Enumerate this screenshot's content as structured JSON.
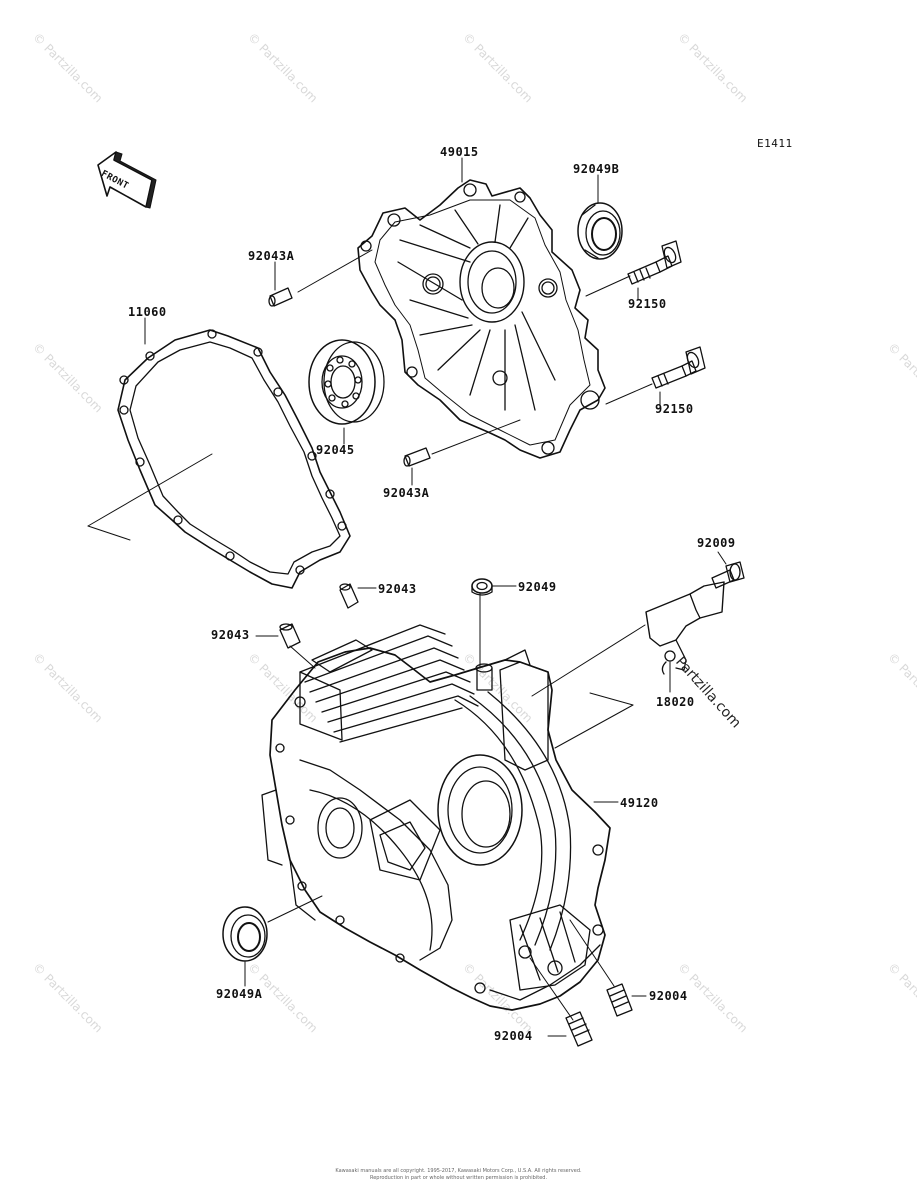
{
  "diagram": {
    "code": "E1411",
    "front_label": "FRONT",
    "copyright_line1": "Kawasaki manuals are all copyright. 1995-2017, Kawasaki Motors Corp., U.S.A. All rights reserved.",
    "copyright_line2": "Reproduction in part or whole without written permission is prohibited.",
    "partzilla_mark": "Partzilla.com",
    "watermark": "© Partzilla.com"
  },
  "parts": [
    {
      "number": "49015"
    },
    {
      "number": "92049B"
    },
    {
      "number": "92043A"
    },
    {
      "number": "92150"
    },
    {
      "number": "11060"
    },
    {
      "number": "92045"
    },
    {
      "number": "92150"
    },
    {
      "number": "92043A"
    },
    {
      "number": "92009"
    },
    {
      "number": "92043"
    },
    {
      "number": "92049"
    },
    {
      "number": "92043"
    },
    {
      "number": "18020"
    },
    {
      "number": "49120"
    },
    {
      "number": "92049A"
    },
    {
      "number": "92004"
    },
    {
      "number": "92004"
    }
  ]
}
